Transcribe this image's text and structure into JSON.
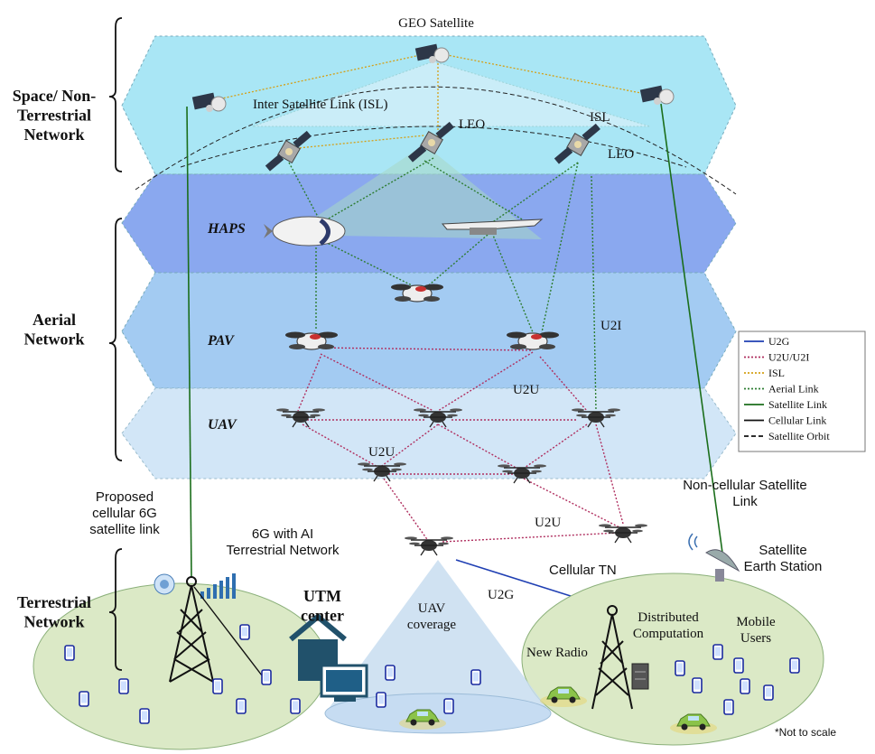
{
  "layers": {
    "space": "Space/ Non-\nTerrestrial\nNetwork",
    "aerial": "Aerial\nNetwork",
    "terrestrial": "Terrestrial\nNetwork"
  },
  "tiers": {
    "haps": "HAPS",
    "pav": "PAV",
    "uav": "UAV"
  },
  "labels": {
    "geo": "GEO Satellite",
    "isl_long": "Inter Satellite Link (ISL)",
    "leo1": "LEO",
    "leo2": "LEO",
    "isl": "ISL",
    "u2i": "U2I",
    "u2u_1": "U2U",
    "u2u_2": "U2U",
    "u2u_3": "U2U",
    "proposed": "Proposed\ncellular 6G\nsatellite link",
    "ai_network": "6G with AI\nTerrestrial Network",
    "cellular_tn": "Cellular TN",
    "noncellular": "Non-cellular Satellite\nLink",
    "earth_station": "Satellite\nEarth Station",
    "utm": "UTM\ncenter",
    "uav_coverage": "UAV\ncoverage",
    "u2g": "U2G",
    "distributed": "Distributed\nComputation",
    "mobile_users": "Mobile\nUsers",
    "new_radio": "New Radio",
    "not_to_scale": "*Not to scale"
  },
  "legend": [
    {
      "label": "U2G",
      "color": "#1f3fb3",
      "dash": ""
    },
    {
      "label": "U2U/U2I",
      "color": "#b03060",
      "dash": "2,2"
    },
    {
      "label": "ISL",
      "color": "#d4a017",
      "dash": "2,2"
    },
    {
      "label": "Aerial Link",
      "color": "#2e7d32",
      "dash": "2,2"
    },
    {
      "label": "Satellite Link",
      "color": "#1b6e1b",
      "dash": ""
    },
    {
      "label": "Cellular Link",
      "color": "#111111",
      "dash": ""
    },
    {
      "label": "Satellite Orbit",
      "color": "#111111",
      "dash": "5,3"
    }
  ]
}
